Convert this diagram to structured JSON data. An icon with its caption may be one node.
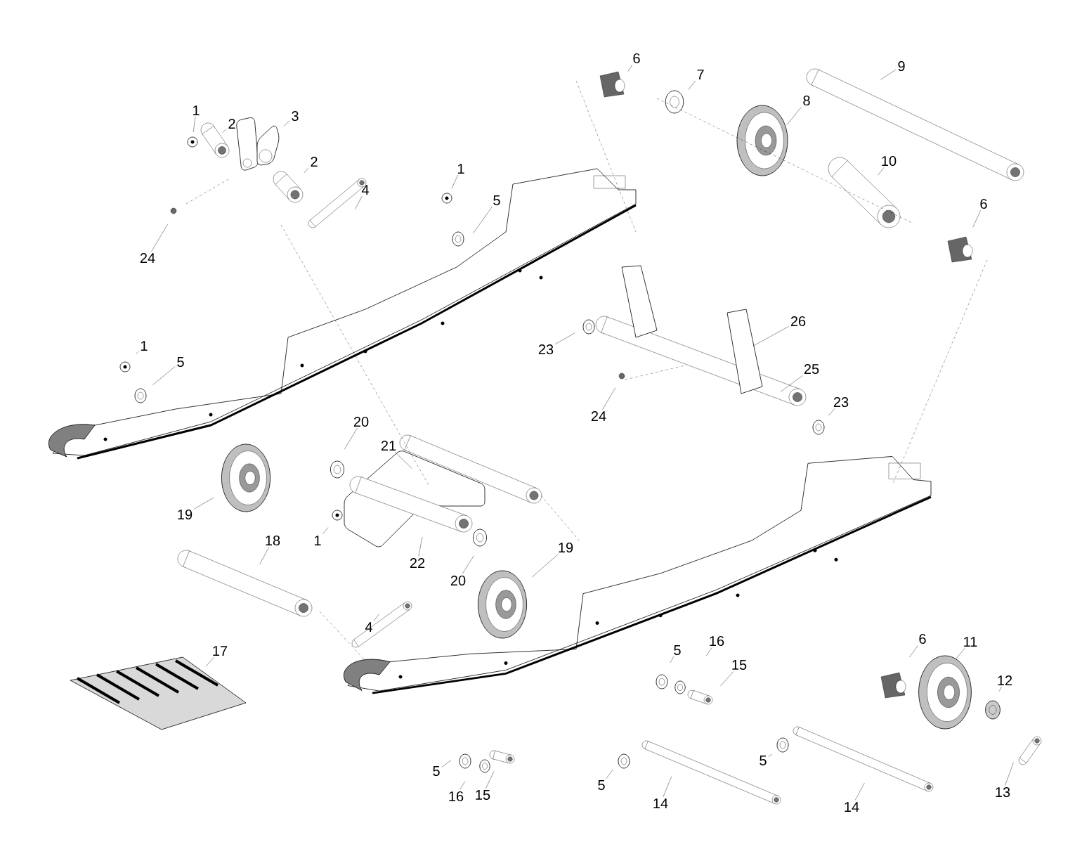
{
  "diagram": {
    "nodes": [
      {
        "text": [
          "6"
        ]
      },
      {
        "text": [
          "9"
        ]
      },
      {
        "text": [
          "7"
        ]
      },
      {
        "text": [
          "8"
        ]
      },
      {
        "text": [
          "1"
        ]
      },
      {
        "text": [
          "3"
        ]
      },
      {
        "text": [
          "2"
        ]
      },
      {
        "text": [
          "2"
        ]
      },
      {
        "text": [
          "10"
        ]
      },
      {
        "text": [
          "1"
        ]
      },
      {
        "text": [
          "4"
        ]
      },
      {
        "text": [
          "5"
        ]
      },
      {
        "text": [
          "6"
        ]
      },
      {
        "text": [
          "24"
        ]
      },
      {
        "text": [
          "26"
        ]
      },
      {
        "text": [
          "1"
        ]
      },
      {
        "text": [
          "23"
        ]
      },
      {
        "text": [
          "5"
        ]
      },
      {
        "text": [
          "25"
        ]
      },
      {
        "text": [
          "23"
        ]
      },
      {
        "text": [
          "24"
        ]
      },
      {
        "text": [
          "20"
        ]
      },
      {
        "text": [
          "21"
        ]
      },
      {
        "text": [
          "19"
        ]
      },
      {
        "text": [
          "18"
        ]
      },
      {
        "text": [
          "1"
        ]
      },
      {
        "text": [
          "19"
        ]
      },
      {
        "text": [
          "22"
        ]
      },
      {
        "text": [
          "20"
        ]
      },
      {
        "text": [
          "4"
        ]
      },
      {
        "text": [
          "6"
        ]
      },
      {
        "text": [
          "11"
        ]
      },
      {
        "text": [
          "16"
        ]
      },
      {
        "text": [
          "17"
        ]
      },
      {
        "text": [
          "5"
        ]
      },
      {
        "text": [
          "15"
        ]
      },
      {
        "text": [
          "12"
        ]
      },
      {
        "text": [
          "5"
        ]
      },
      {
        "text": [
          "5"
        ]
      },
      {
        "text": [
          "13"
        ]
      },
      {
        "text": [
          "16"
        ]
      },
      {
        "text": [
          "5"
        ]
      },
      {
        "text": [
          "15"
        ]
      },
      {
        "text": [
          "14"
        ]
      },
      {
        "text": [
          "14"
        ]
      }
    ],
    "edges": [
      {
        "from": 0,
        "to": null,
        "arrow": "none"
      },
      {
        "from": 1,
        "to": null,
        "arrow": "none"
      },
      {
        "from": 2,
        "to": null,
        "arrow": "none"
      },
      {
        "from": 3,
        "to": null,
        "arrow": "none"
      },
      {
        "from": 4,
        "to": null,
        "arrow": "none"
      },
      {
        "from": 5,
        "to": null,
        "arrow": "none"
      },
      {
        "from": 6,
        "to": null,
        "arrow": "none"
      },
      {
        "from": 7,
        "to": null,
        "arrow": "none"
      },
      {
        "from": 8,
        "to": null,
        "arrow": "none"
      },
      {
        "from": 9,
        "to": null,
        "arrow": "none"
      },
      {
        "from": 10,
        "to": null,
        "arrow": "none"
      },
      {
        "from": 11,
        "to": null,
        "arrow": "none"
      },
      {
        "from": 12,
        "to": null,
        "arrow": "none"
      },
      {
        "from": 13,
        "to": null,
        "arrow": "none"
      },
      {
        "from": 14,
        "to": null,
        "arrow": "none"
      },
      {
        "from": 15,
        "to": null,
        "arrow": "none"
      },
      {
        "from": 16,
        "to": null,
        "arrow": "none"
      },
      {
        "from": 17,
        "to": null,
        "arrow": "none"
      },
      {
        "from": 18,
        "to": null,
        "arrow": "none"
      },
      {
        "from": 19,
        "to": null,
        "arrow": "none"
      },
      {
        "from": 20,
        "to": null,
        "arrow": "none"
      },
      {
        "from": 21,
        "to": null,
        "arrow": "none"
      },
      {
        "from": 22,
        "to": null,
        "arrow": "none"
      },
      {
        "from": 23,
        "to": null,
        "arrow": "none"
      },
      {
        "from": 24,
        "to": null,
        "arrow": "none"
      },
      {
        "from": 25,
        "to": null,
        "arrow": "none"
      },
      {
        "from": 26,
        "to": null,
        "arrow": "none"
      },
      {
        "from": 27,
        "to": null,
        "arrow": "none"
      },
      {
        "from": 28,
        "to": null,
        "arrow": "none"
      },
      {
        "from": 29,
        "to": null,
        "arrow": "none"
      },
      {
        "from": 30,
        "to": null,
        "arrow": "none"
      },
      {
        "from": 31,
        "to": null,
        "arrow": "none"
      },
      {
        "from": 32,
        "to": null,
        "arrow": "none"
      },
      {
        "from": 33,
        "to": null,
        "arrow": "none"
      },
      {
        "from": 34,
        "to": null,
        "arrow": "none"
      },
      {
        "from": 35,
        "to": null,
        "arrow": "none"
      },
      {
        "from": 36,
        "to": null,
        "arrow": "none"
      },
      {
        "from": 37,
        "to": null,
        "arrow": "none"
      },
      {
        "from": 38,
        "to": null,
        "arrow": "none"
      },
      {
        "from": 39,
        "to": null,
        "arrow": "none"
      },
      {
        "from": 40,
        "to": null,
        "arrow": "none"
      },
      {
        "from": 41,
        "to": null,
        "arrow": "none"
      },
      {
        "from": 42,
        "to": null,
        "arrow": "none"
      },
      {
        "from": 43,
        "to": null,
        "arrow": "none"
      },
      {
        "from": 44,
        "to": null,
        "arrow": "none"
      }
    ]
  }
}
